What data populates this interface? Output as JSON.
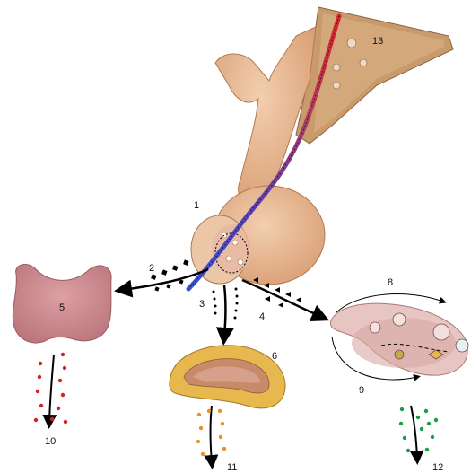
{
  "labels": {
    "l1": "1",
    "l2": "2",
    "l3": "3",
    "l4": "4",
    "l5": "5",
    "l6": "6",
    "l8": "8",
    "l9": "9",
    "l10": "10",
    "l11": "11",
    "l12": "12",
    "l13": "13"
  },
  "colors": {
    "tissue": "#e3b48f",
    "brain_section": "#c99a6b",
    "thyroid": "#c98a8e",
    "adrenal_outer": "#e6b84e",
    "ovary": "#e7c5c2",
    "dots_red": "#d62020",
    "dots_orange": "#e8912a",
    "dots_green": "#1f9a4a",
    "axon_red": "#d8232a",
    "axon_blue": "#3a4fd6"
  }
}
